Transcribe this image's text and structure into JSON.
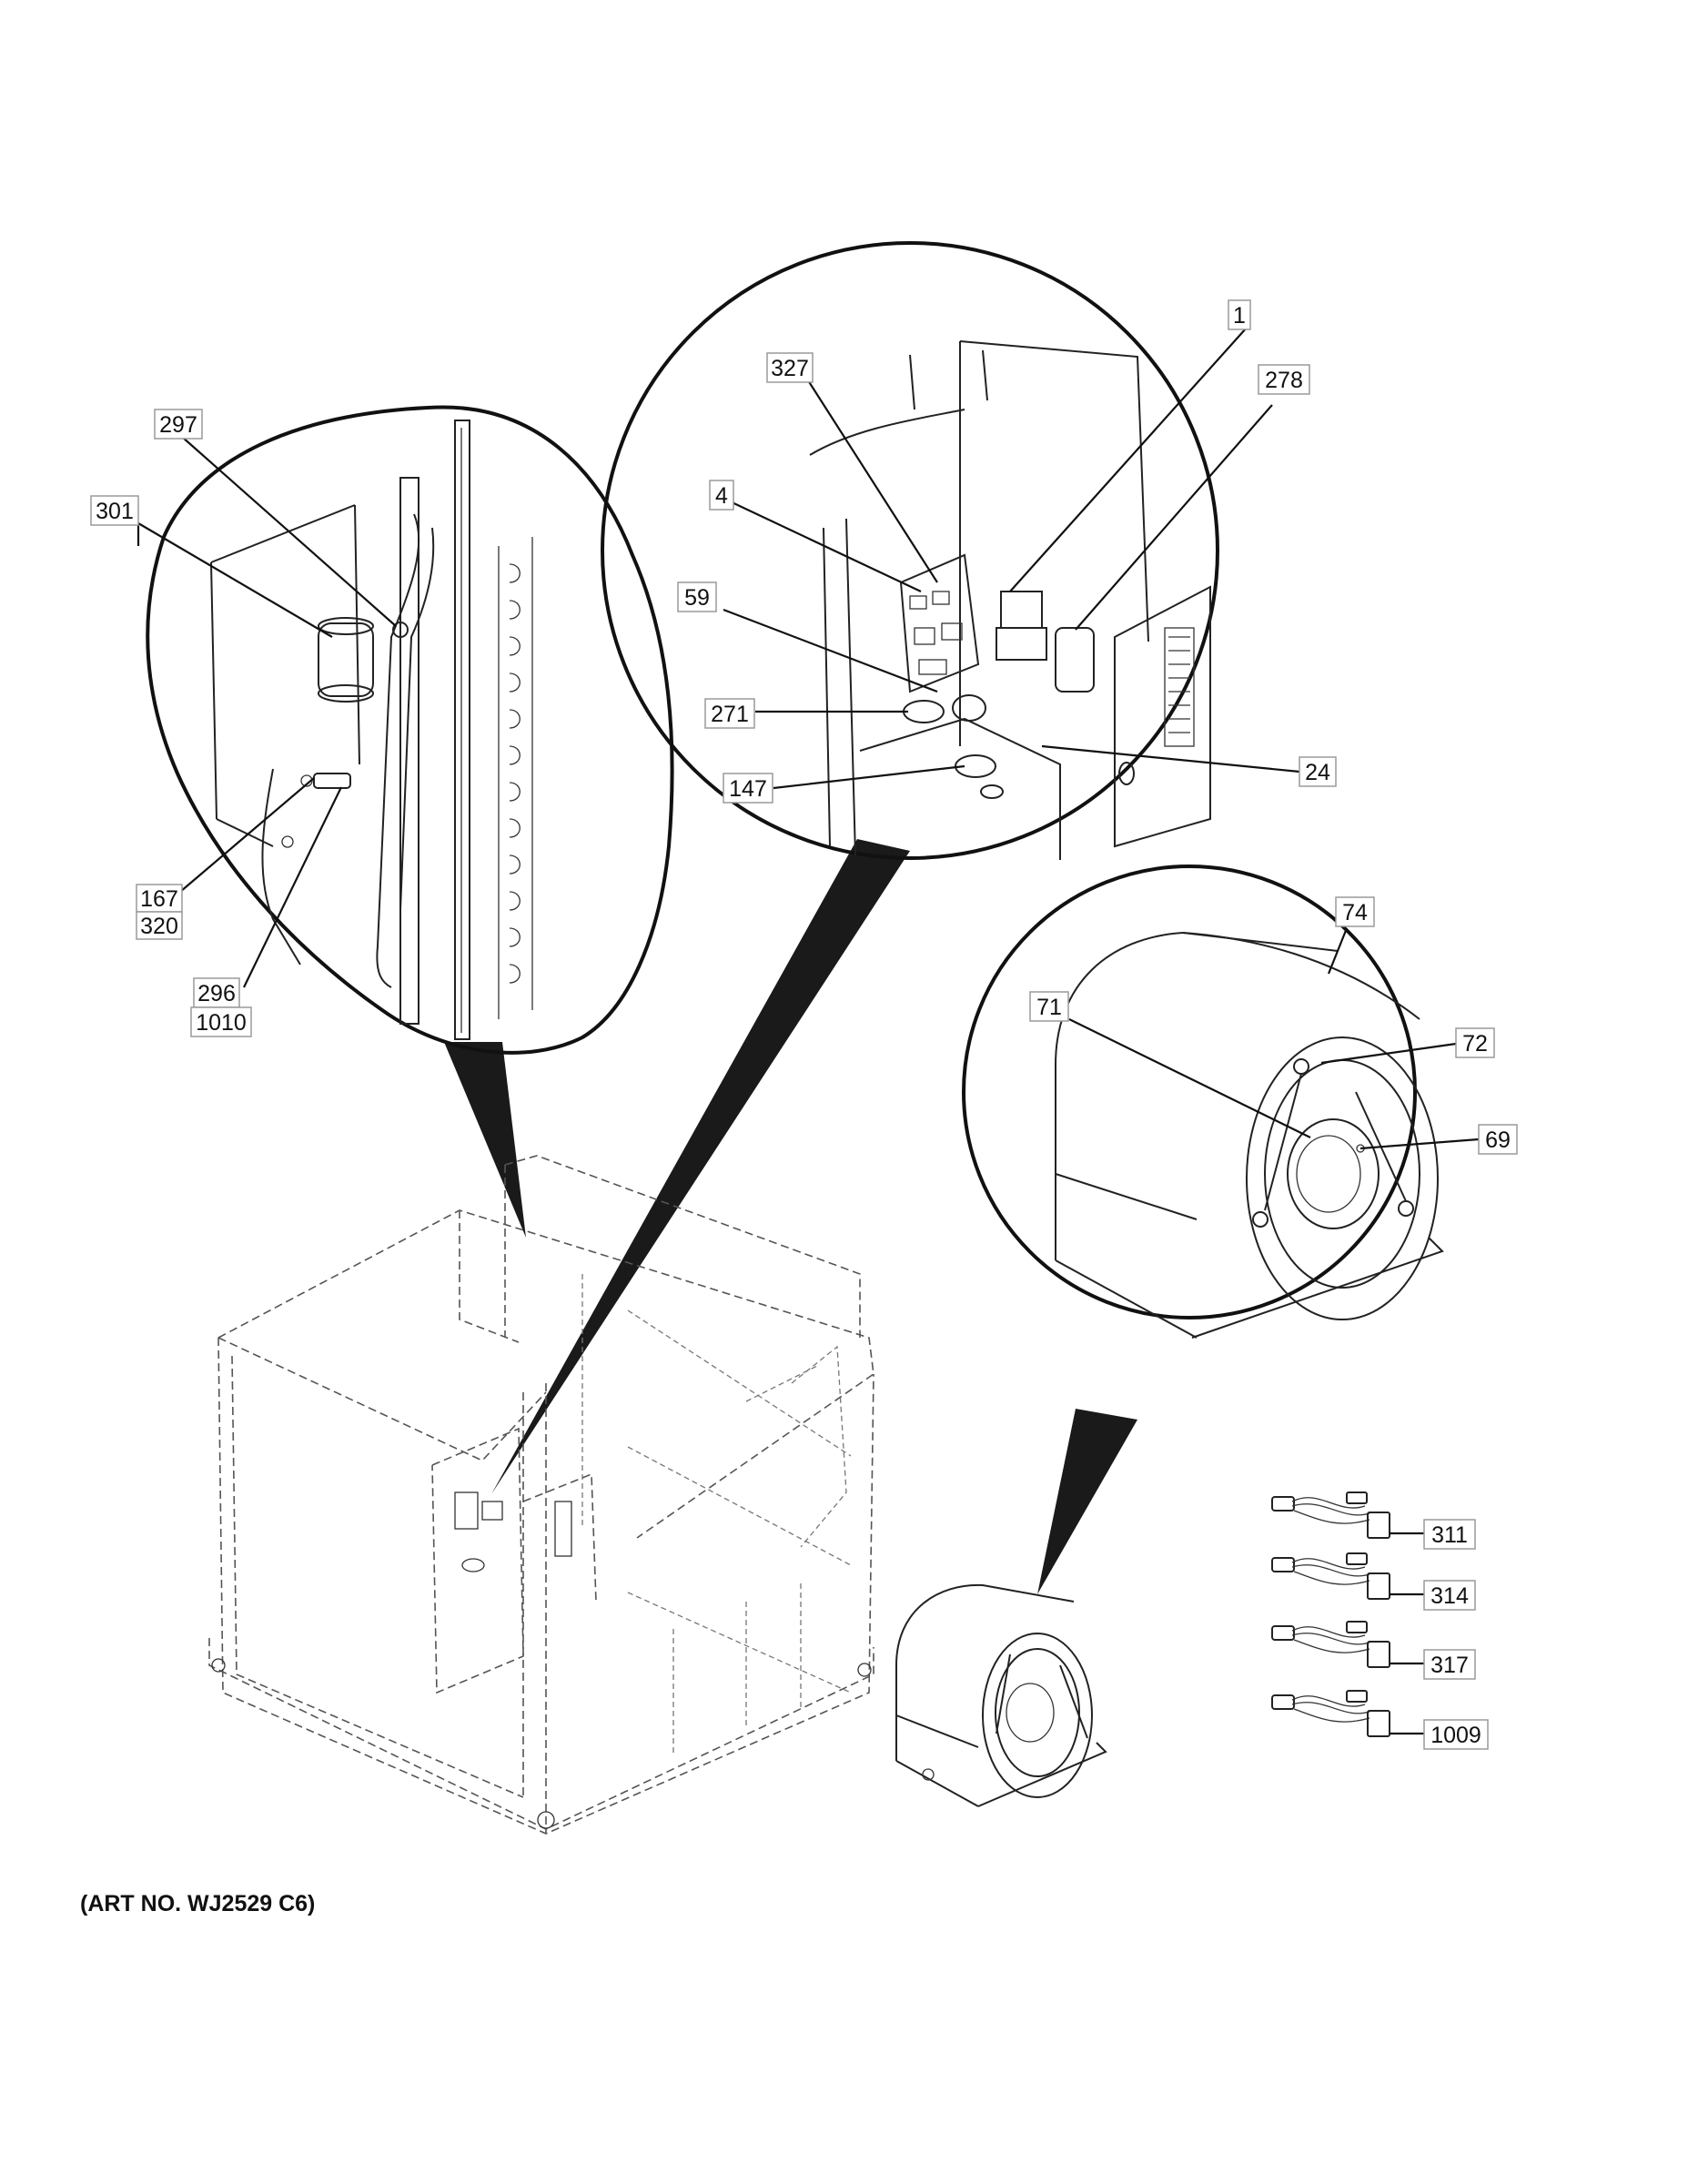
{
  "caption": "(ART NO. WJ2529 C6)",
  "callouts": {
    "c297": "297",
    "c301": "301",
    "c167": "167",
    "c320": "320",
    "c296": "296",
    "c1010": "1010",
    "c327": "327",
    "c4": "4",
    "c59": "59",
    "c271": "271",
    "c147": "147",
    "c1": "1",
    "c278": "278",
    "c24": "24",
    "c74": "74",
    "c71": "71",
    "c72": "72",
    "c69": "69",
    "c311": "311",
    "c314": "314",
    "c317": "317",
    "c1009": "1009"
  }
}
